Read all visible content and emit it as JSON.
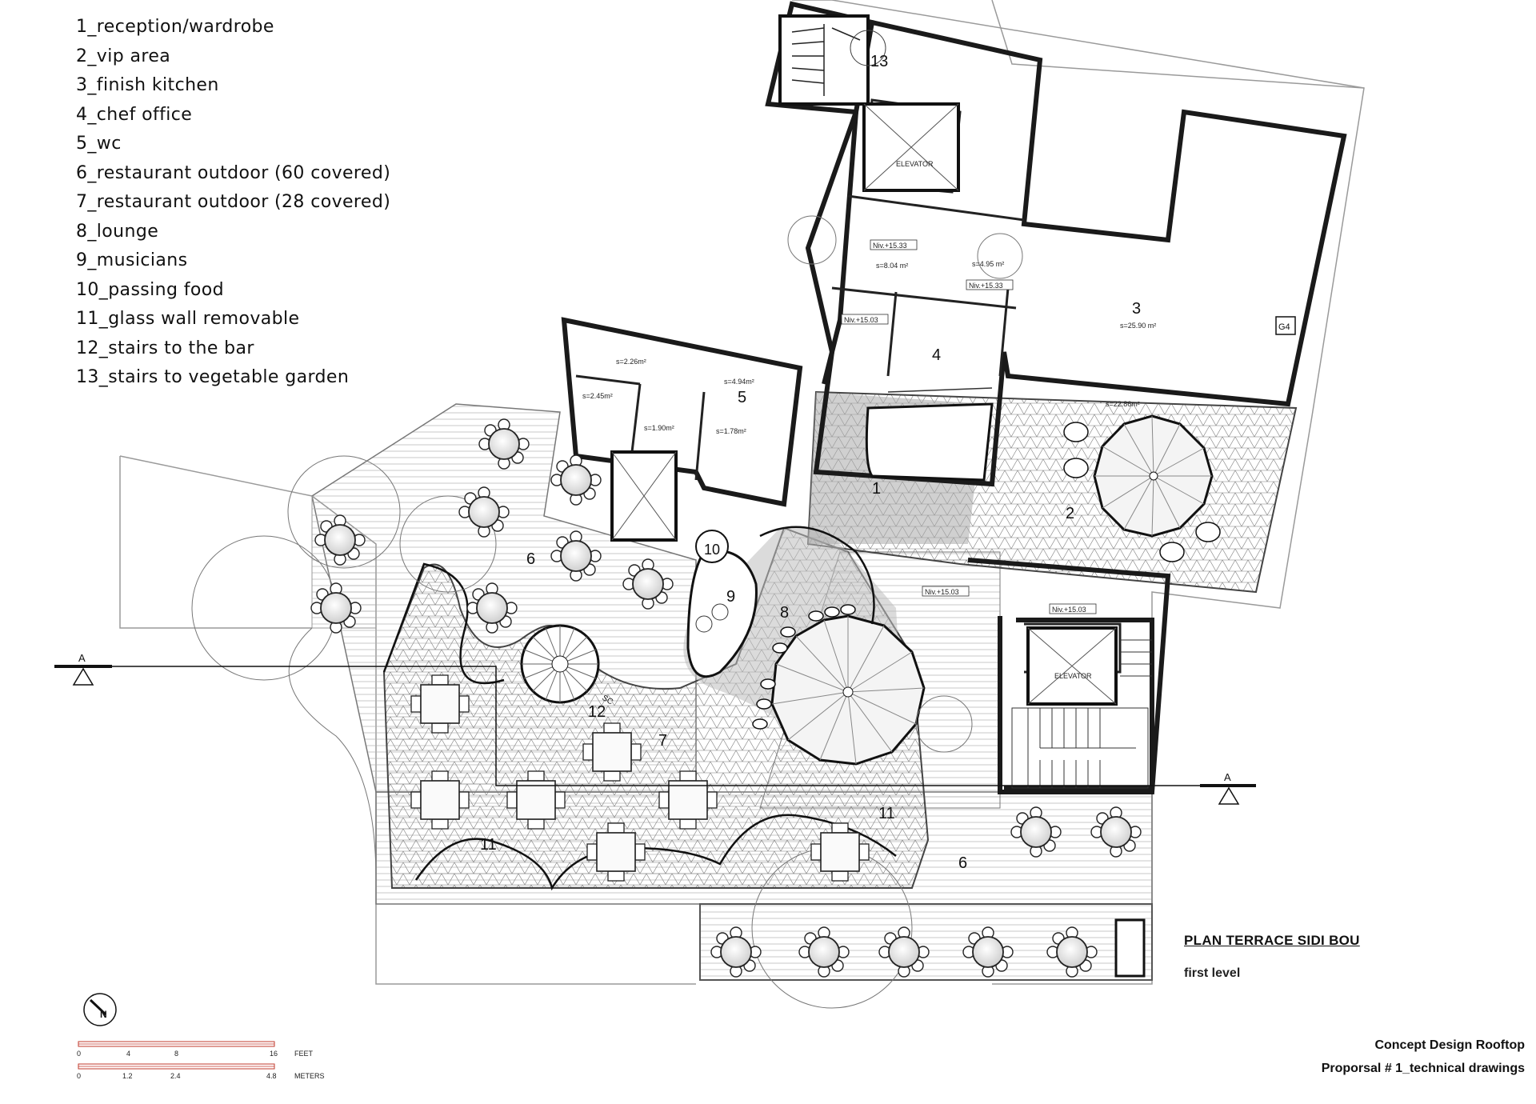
{
  "legend": [
    "1_reception/wardrobe",
    "2_vip area",
    "3_finish kitchen",
    "4_chef office",
    "5_wc",
    "6_restaurant outdoor (60 covered)",
    "7_restaurant outdoor (28 covered)",
    "8_lounge",
    "9_musicians",
    "10_passing food",
    "11_glass wall removable",
    "12_stairs to the bar",
    "13_stairs to vegetable garden"
  ],
  "title": {
    "main": "PLAN TERRACE SIDI BOU",
    "sub": "first level"
  },
  "project": {
    "line1": "Concept Design Rooftop",
    "line2": "Proporsal # 1_technical drawings"
  },
  "scale": {
    "feet_label": "FEET",
    "meters_label": "METERS",
    "feet_ticks": [
      "0",
      "4",
      "8",
      "16"
    ],
    "meter_ticks": [
      "0",
      "1.2",
      "2.4",
      "4.8"
    ]
  },
  "north": "N",
  "section_marker": "A",
  "elevator_label": "ELEVATOR",
  "stair_code": "SC",
  "kitchen_tag": "G4",
  "levels": {
    "l1": "Niv.+15.33",
    "l2": "Niv.+15.33",
    "l3": "Niv.+15.03",
    "l4": "Niv.+15.03",
    "l5": "Niv.+15.03"
  },
  "areas": {
    "a1": "s=8.04 m²",
    "a2": "s=4.95 m²",
    "a3": "s=25.90 m²",
    "a4": "s=2.26m²",
    "a5": "s=4.94m²",
    "a6": "s=2.45m²",
    "a7": "s=1.90m²",
    "a8": "s=1.78m²",
    "a9": "s=22.86m²"
  },
  "rooms": {
    "r1": "1",
    "r2": "2",
    "r3": "3",
    "r4": "4",
    "r5": "5",
    "r6a": "6",
    "r6b": "6",
    "r7": "7",
    "r8": "8",
    "r9": "9",
    "r10": "10",
    "r11a": "11",
    "r11b": "11",
    "r12": "12",
    "r13": "13"
  }
}
